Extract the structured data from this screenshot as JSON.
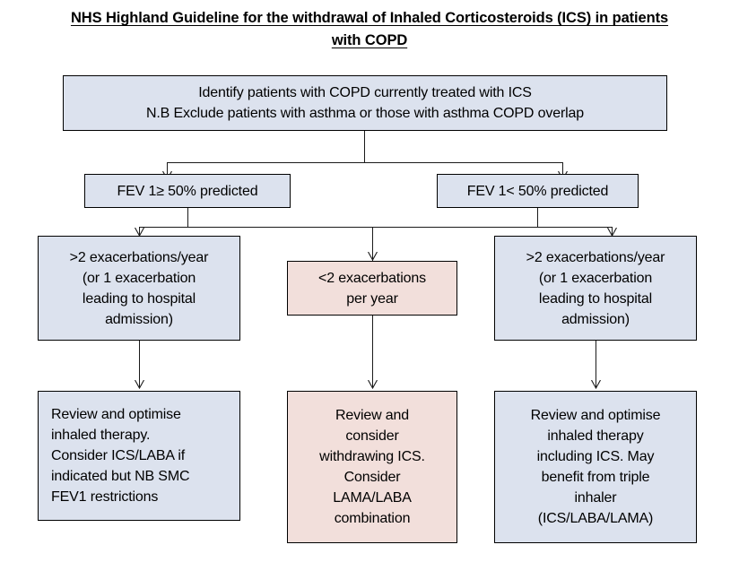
{
  "title": {
    "line1": "NHS Highland Guideline for the withdrawal of Inhaled Corticosteroids (ICS) in patients",
    "line2": "with COPD"
  },
  "colors": {
    "blue_fill": "#dce2ee",
    "pink_fill": "#f2dfdb",
    "border": "#000000",
    "connector": "#1a1a1a",
    "text": "#000000",
    "background": "#ffffff"
  },
  "chart_data": {
    "type": "diagram",
    "diagram_kind": "flowchart",
    "title": "NHS Highland Guideline for the withdrawal of Inhaled Corticosteroids (ICS) in patients with COPD",
    "nodes": [
      {
        "id": "start",
        "level": 1,
        "fill": "blue",
        "align": "center",
        "lines": [
          "Identify patients with COPD currently treated with ICS",
          "N.B Exclude patients with asthma or those with asthma COPD overlap"
        ]
      },
      {
        "id": "fev-ge50",
        "level": 2,
        "fill": "blue",
        "align": "center",
        "lines": [
          "FEV 1≥ 50% predicted"
        ]
      },
      {
        "id": "fev-lt50",
        "level": 2,
        "fill": "blue",
        "align": "center",
        "lines": [
          "FEV 1< 50% predicted"
        ]
      },
      {
        "id": "exac-left",
        "level": 3,
        "fill": "blue",
        "align": "center",
        "lines": [
          ">2 exacerbations/year",
          "(or 1 exacerbation",
          "leading to hospital",
          "admission)"
        ]
      },
      {
        "id": "exac-middle",
        "level": 3,
        "fill": "pink",
        "align": "center",
        "lines": [
          "<2 exacerbations",
          "per year"
        ]
      },
      {
        "id": "exac-right",
        "level": 3,
        "fill": "blue",
        "align": "center",
        "lines": [
          ">2 exacerbations/year",
          "(or 1 exacerbation",
          "leading to hospital",
          "admission)"
        ]
      },
      {
        "id": "action-left",
        "level": 4,
        "fill": "blue",
        "align": "left",
        "lines": [
          "Review and optimise",
          "inhaled therapy.",
          "Consider ICS/LABA if",
          "indicated but NB SMC",
          "FEV1 restrictions"
        ]
      },
      {
        "id": "action-middle",
        "level": 4,
        "fill": "pink",
        "align": "center",
        "lines": [
          "Review and",
          "consider",
          "withdrawing ICS.",
          "Consider",
          "LAMA/LABA",
          "combination"
        ]
      },
      {
        "id": "action-right",
        "level": 4,
        "fill": "blue",
        "align": "center",
        "lines": [
          "Review and optimise",
          "inhaled therapy",
          "including ICS. May",
          "benefit from triple",
          "inhaler",
          "(ICS/LABA/LAMA)"
        ]
      }
    ],
    "edges": [
      {
        "from": "start",
        "to": "fev-ge50",
        "style": "elbow",
        "arrow": true
      },
      {
        "from": "start",
        "to": "fev-lt50",
        "style": "elbow",
        "arrow": true
      },
      {
        "from": "fev-ge50",
        "to": "exac-left",
        "style": "elbow",
        "arrow": true
      },
      {
        "from": "fev-ge50",
        "to": "exac-middle",
        "style": "elbow",
        "arrow": true
      },
      {
        "from": "fev-lt50",
        "to": "exac-middle",
        "style": "elbow",
        "arrow": true
      },
      {
        "from": "fev-lt50",
        "to": "exac-right",
        "style": "elbow",
        "arrow": true
      },
      {
        "from": "exac-left",
        "to": "action-left",
        "style": "straight",
        "arrow": true
      },
      {
        "from": "exac-middle",
        "to": "action-middle",
        "style": "straight",
        "arrow": true
      },
      {
        "from": "exac-right",
        "to": "action-right",
        "style": "straight",
        "arrow": true
      }
    ]
  },
  "nodes": {
    "start": {
      "l0": "Identify patients with COPD currently treated with ICS",
      "l1": "N.B Exclude patients with asthma or those with asthma COPD overlap"
    },
    "fev_ge50": {
      "l0": "FEV 1≥ 50% predicted"
    },
    "fev_lt50": {
      "l0": "FEV 1< 50% predicted"
    },
    "exac_left": {
      "l0": ">2 exacerbations/year",
      "l1": "(or 1 exacerbation",
      "l2": "leading to hospital",
      "l3": "admission)"
    },
    "exac_middle": {
      "l0": "<2 exacerbations",
      "l1": "per year"
    },
    "exac_right": {
      "l0": ">2 exacerbations/year",
      "l1": "(or 1 exacerbation",
      "l2": "leading to hospital",
      "l3": "admission)"
    },
    "action_left": {
      "l0": "Review and optimise",
      "l1": "inhaled therapy.",
      "l2": "Consider ICS/LABA if",
      "l3": "indicated but NB SMC",
      "l4": "FEV1 restrictions"
    },
    "action_middle": {
      "l0": "Review and",
      "l1": "consider",
      "l2": "withdrawing ICS.",
      "l3": "Consider",
      "l4": "LAMA/LABA",
      "l5": "combination"
    },
    "action_right": {
      "l0": "Review and optimise",
      "l1": "inhaled therapy",
      "l2": "including ICS. May",
      "l3": "benefit from triple",
      "l4": "inhaler",
      "l5": "(ICS/LABA/LAMA)"
    }
  }
}
